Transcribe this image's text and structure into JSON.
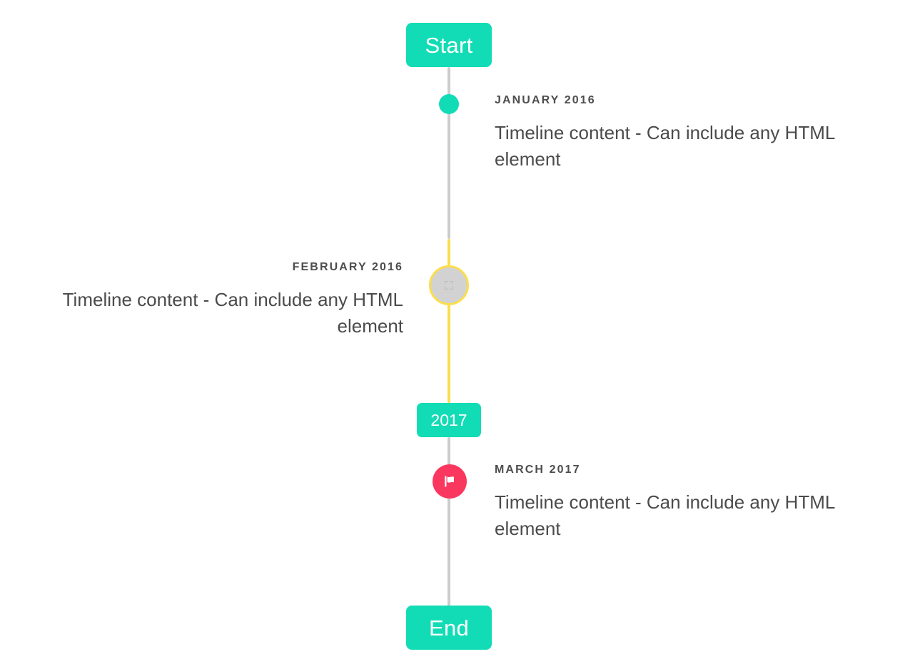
{
  "timeline": {
    "start_label": "Start",
    "end_label": "End",
    "year_marker_label": "2017",
    "colors": {
      "accent_teal": "#12dcb6",
      "accent_yellow": "#fcdd4c",
      "accent_pink": "#fa385f",
      "rail_gray": "#cccccc",
      "marker_gray": "#d2d2d2",
      "text_dark": "#4b4b4b"
    },
    "entries": [
      {
        "date": "JANUARY 2016",
        "body": "Timeline content - Can include any HTML element",
        "side": "right",
        "marker": "dot-icon",
        "marker_color": "#12dcb6"
      },
      {
        "date": "FEBRUARY 2016",
        "body": "Timeline content - Can include any HTML element",
        "side": "left",
        "marker": "broken-image-icon",
        "marker_color": "#d2d2d2"
      },
      {
        "date": "MARCH 2017",
        "body": "Timeline content - Can include any HTML element",
        "side": "right",
        "marker": "flag-icon",
        "marker_color": "#fa385f"
      }
    ]
  }
}
